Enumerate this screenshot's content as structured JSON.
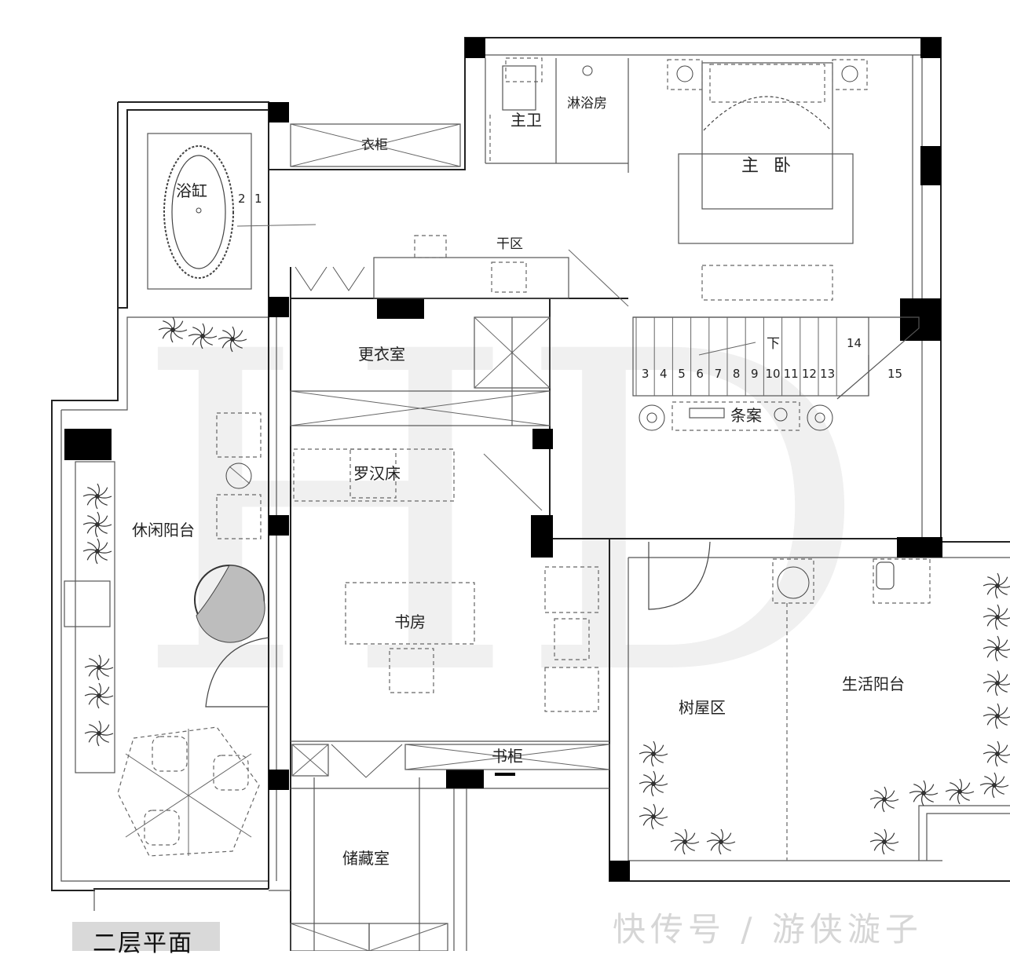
{
  "rooms": {
    "bathtub": "浴缸",
    "wardrobe": "衣柜",
    "master_bath": "主卫",
    "shower": "淋浴房",
    "master_bedroom": "主 卧",
    "dry_area": "干区",
    "dressing_room": "更衣室",
    "luohan_bed": "罗汉床",
    "leisure_balcony": "休闲阳台",
    "study": "书房",
    "bookcase": "书柜",
    "storage": "储藏室",
    "treehouse": "树屋区",
    "utility_balcony": "生活阳台",
    "console_table": "条案",
    "stair_down": "下"
  },
  "stairs": {
    "steps": [
      "3",
      "4",
      "5",
      "6",
      "7",
      "8",
      "9",
      "10",
      "11",
      "12",
      "13"
    ],
    "landing_14": "14",
    "landing_15": "15",
    "top_1": "1",
    "top_2": "2"
  },
  "plan_title": "二层平面",
  "watermark": "快传号 / 游侠漩子",
  "watermark_logo": "HD"
}
